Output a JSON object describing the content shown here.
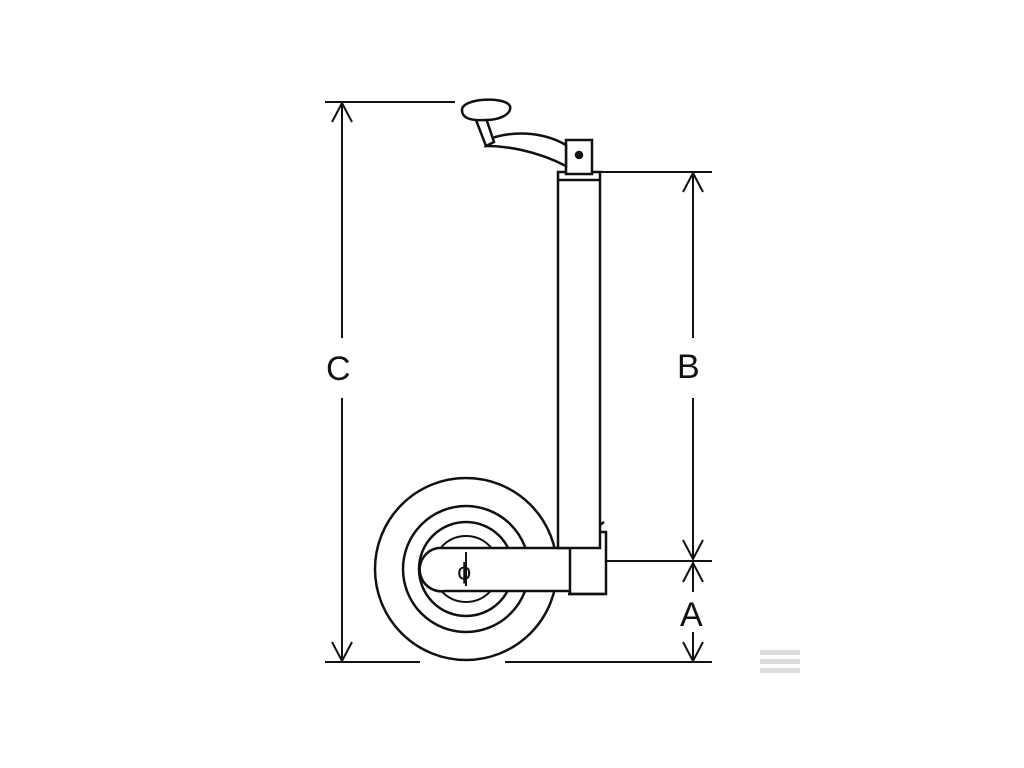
{
  "diagram": {
    "labels": {
      "dim_a": "A",
      "dim_b": "B",
      "dim_c": "C",
      "wheel_symbol": "ϕ"
    },
    "colors": {
      "ink": "#111111",
      "watermark": "#dcdcdc"
    }
  }
}
